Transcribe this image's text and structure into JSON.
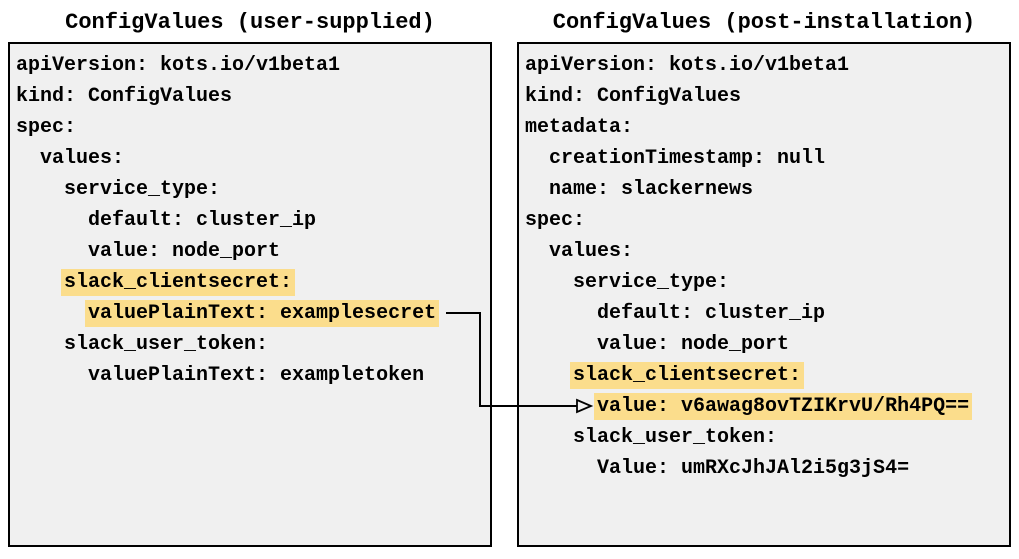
{
  "left_panel": {
    "title": "ConfigValues (user-supplied)",
    "lines": [
      {
        "indent": 0,
        "text": "apiVersion: kots.io/v1beta1",
        "highlight": false
      },
      {
        "indent": 0,
        "text": "kind: ConfigValues",
        "highlight": false
      },
      {
        "indent": 0,
        "text": "spec:",
        "highlight": false
      },
      {
        "indent": 2,
        "text": "values:",
        "highlight": false
      },
      {
        "indent": 4,
        "text": "service_type:",
        "highlight": false
      },
      {
        "indent": 6,
        "text": "default: cluster_ip",
        "highlight": false
      },
      {
        "indent": 6,
        "text": "value: node_port",
        "highlight": false
      },
      {
        "indent": 4,
        "text": "slack_clientsecret:",
        "highlight": true
      },
      {
        "indent": 6,
        "text": "valuePlainText: examplesecret",
        "highlight": true
      },
      {
        "indent": 4,
        "text": "slack_user_token:",
        "highlight": false
      },
      {
        "indent": 6,
        "text": "valuePlainText: exampletoken",
        "highlight": false
      }
    ]
  },
  "right_panel": {
    "title": "ConfigValues (post-installation)",
    "lines": [
      {
        "indent": 0,
        "text": "apiVersion: kots.io/v1beta1",
        "highlight": false
      },
      {
        "indent": 0,
        "text": "kind: ConfigValues",
        "highlight": false
      },
      {
        "indent": 0,
        "text": "metadata:",
        "highlight": false
      },
      {
        "indent": 2,
        "text": "creationTimestamp: null",
        "highlight": false
      },
      {
        "indent": 2,
        "text": "name: slackernews",
        "highlight": false
      },
      {
        "indent": 0,
        "text": "spec:",
        "highlight": false
      },
      {
        "indent": 2,
        "text": "values:",
        "highlight": false
      },
      {
        "indent": 4,
        "text": "service_type:",
        "highlight": false
      },
      {
        "indent": 6,
        "text": "default: cluster_ip",
        "highlight": false
      },
      {
        "indent": 6,
        "text": "value: node_port",
        "highlight": false
      },
      {
        "indent": 4,
        "text": "slack_clientsecret:",
        "highlight": true
      },
      {
        "indent": 6,
        "text": "value: v6awag8ovTZIKrvU/Rh4PQ==",
        "highlight": true
      },
      {
        "indent": 4,
        "text": "slack_user_token:",
        "highlight": false
      },
      {
        "indent": 6,
        "text": "Value: umRXcJhJAl2i5g3jS4=",
        "highlight": false
      }
    ]
  },
  "arrow": {
    "meaning": "maps valuePlainText: examplesecret to encrypted value: v6awag8ovTZIKrvU/Rh4PQ=="
  },
  "colors": {
    "highlight": "#fbdd8c",
    "panel_bg": "#f0f0f0",
    "border": "#000000",
    "text": "#000000"
  }
}
